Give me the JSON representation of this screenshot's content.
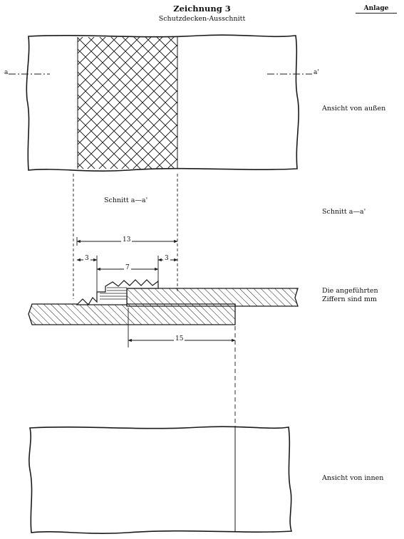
{
  "header": {
    "title": "Zeichnung 3",
    "subtitle": "Schutzdecken-Ausschnitt",
    "appendix_label": "Anlage"
  },
  "labels": {
    "outer_view": "Ansicht von außen",
    "section_side": "Schnitt a—a'",
    "section_inner": "Schnitt a—a'",
    "note_line1": "Die angeführten",
    "note_line2": "Ziffern sind mm",
    "inner_view": "Ansicht von innen",
    "axis_left": "a",
    "axis_right": "a'"
  },
  "dimensions": {
    "total_width": "13",
    "left_step": "3",
    "middle_width": "7",
    "right_step": "3",
    "overlap": "15"
  },
  "colors": {
    "ink": "#1a1a1a",
    "paper": "#ffffff"
  }
}
